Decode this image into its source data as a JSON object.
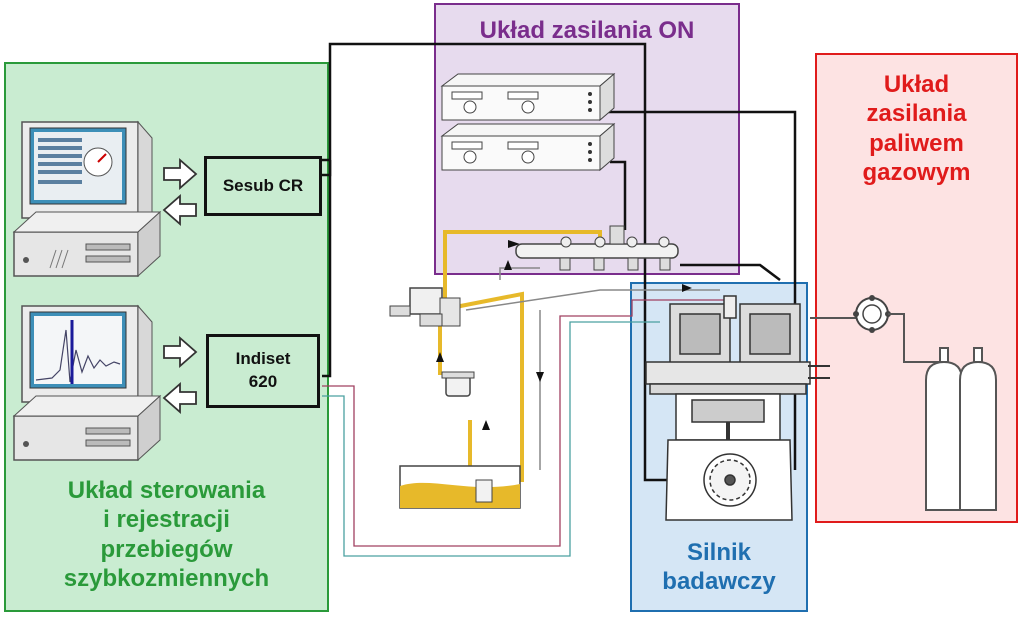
{
  "colors": {
    "control": "#2a9a3a",
    "control_fill": "#c9ecd1",
    "diesel": "#7a2d8c",
    "diesel_fill": "#e7dbee",
    "engine": "#1f6fb0",
    "engine_fill": "#d5e6f5",
    "gas": "#e01b1b",
    "gas_fill": "#fde3e3",
    "fuel_line": "#e7b92a"
  },
  "panels": {
    "control": {
      "label": "Układ sterowania\ni rejestracji\nprzebiegów\nszybkozmiennych"
    },
    "diesel": {
      "label": "Układ zasilania ON"
    },
    "engine": {
      "label": "Silnik\nbadawczy"
    },
    "gas": {
      "label": "Układ\nzasilania\npaliwem\ngazowym"
    }
  },
  "boxes": {
    "sesub": {
      "label": "Sesub CR"
    },
    "indiset": {
      "label": "Indiset\n620"
    }
  },
  "icons": [
    "computer-icon",
    "computer-icon",
    "controller-icon",
    "fuel-tank-icon",
    "pump-icon",
    "filter-icon",
    "common-rail-icon",
    "injector-icon",
    "engine-icon",
    "pressure-regulator-icon",
    "gas-cylinder-icon"
  ]
}
